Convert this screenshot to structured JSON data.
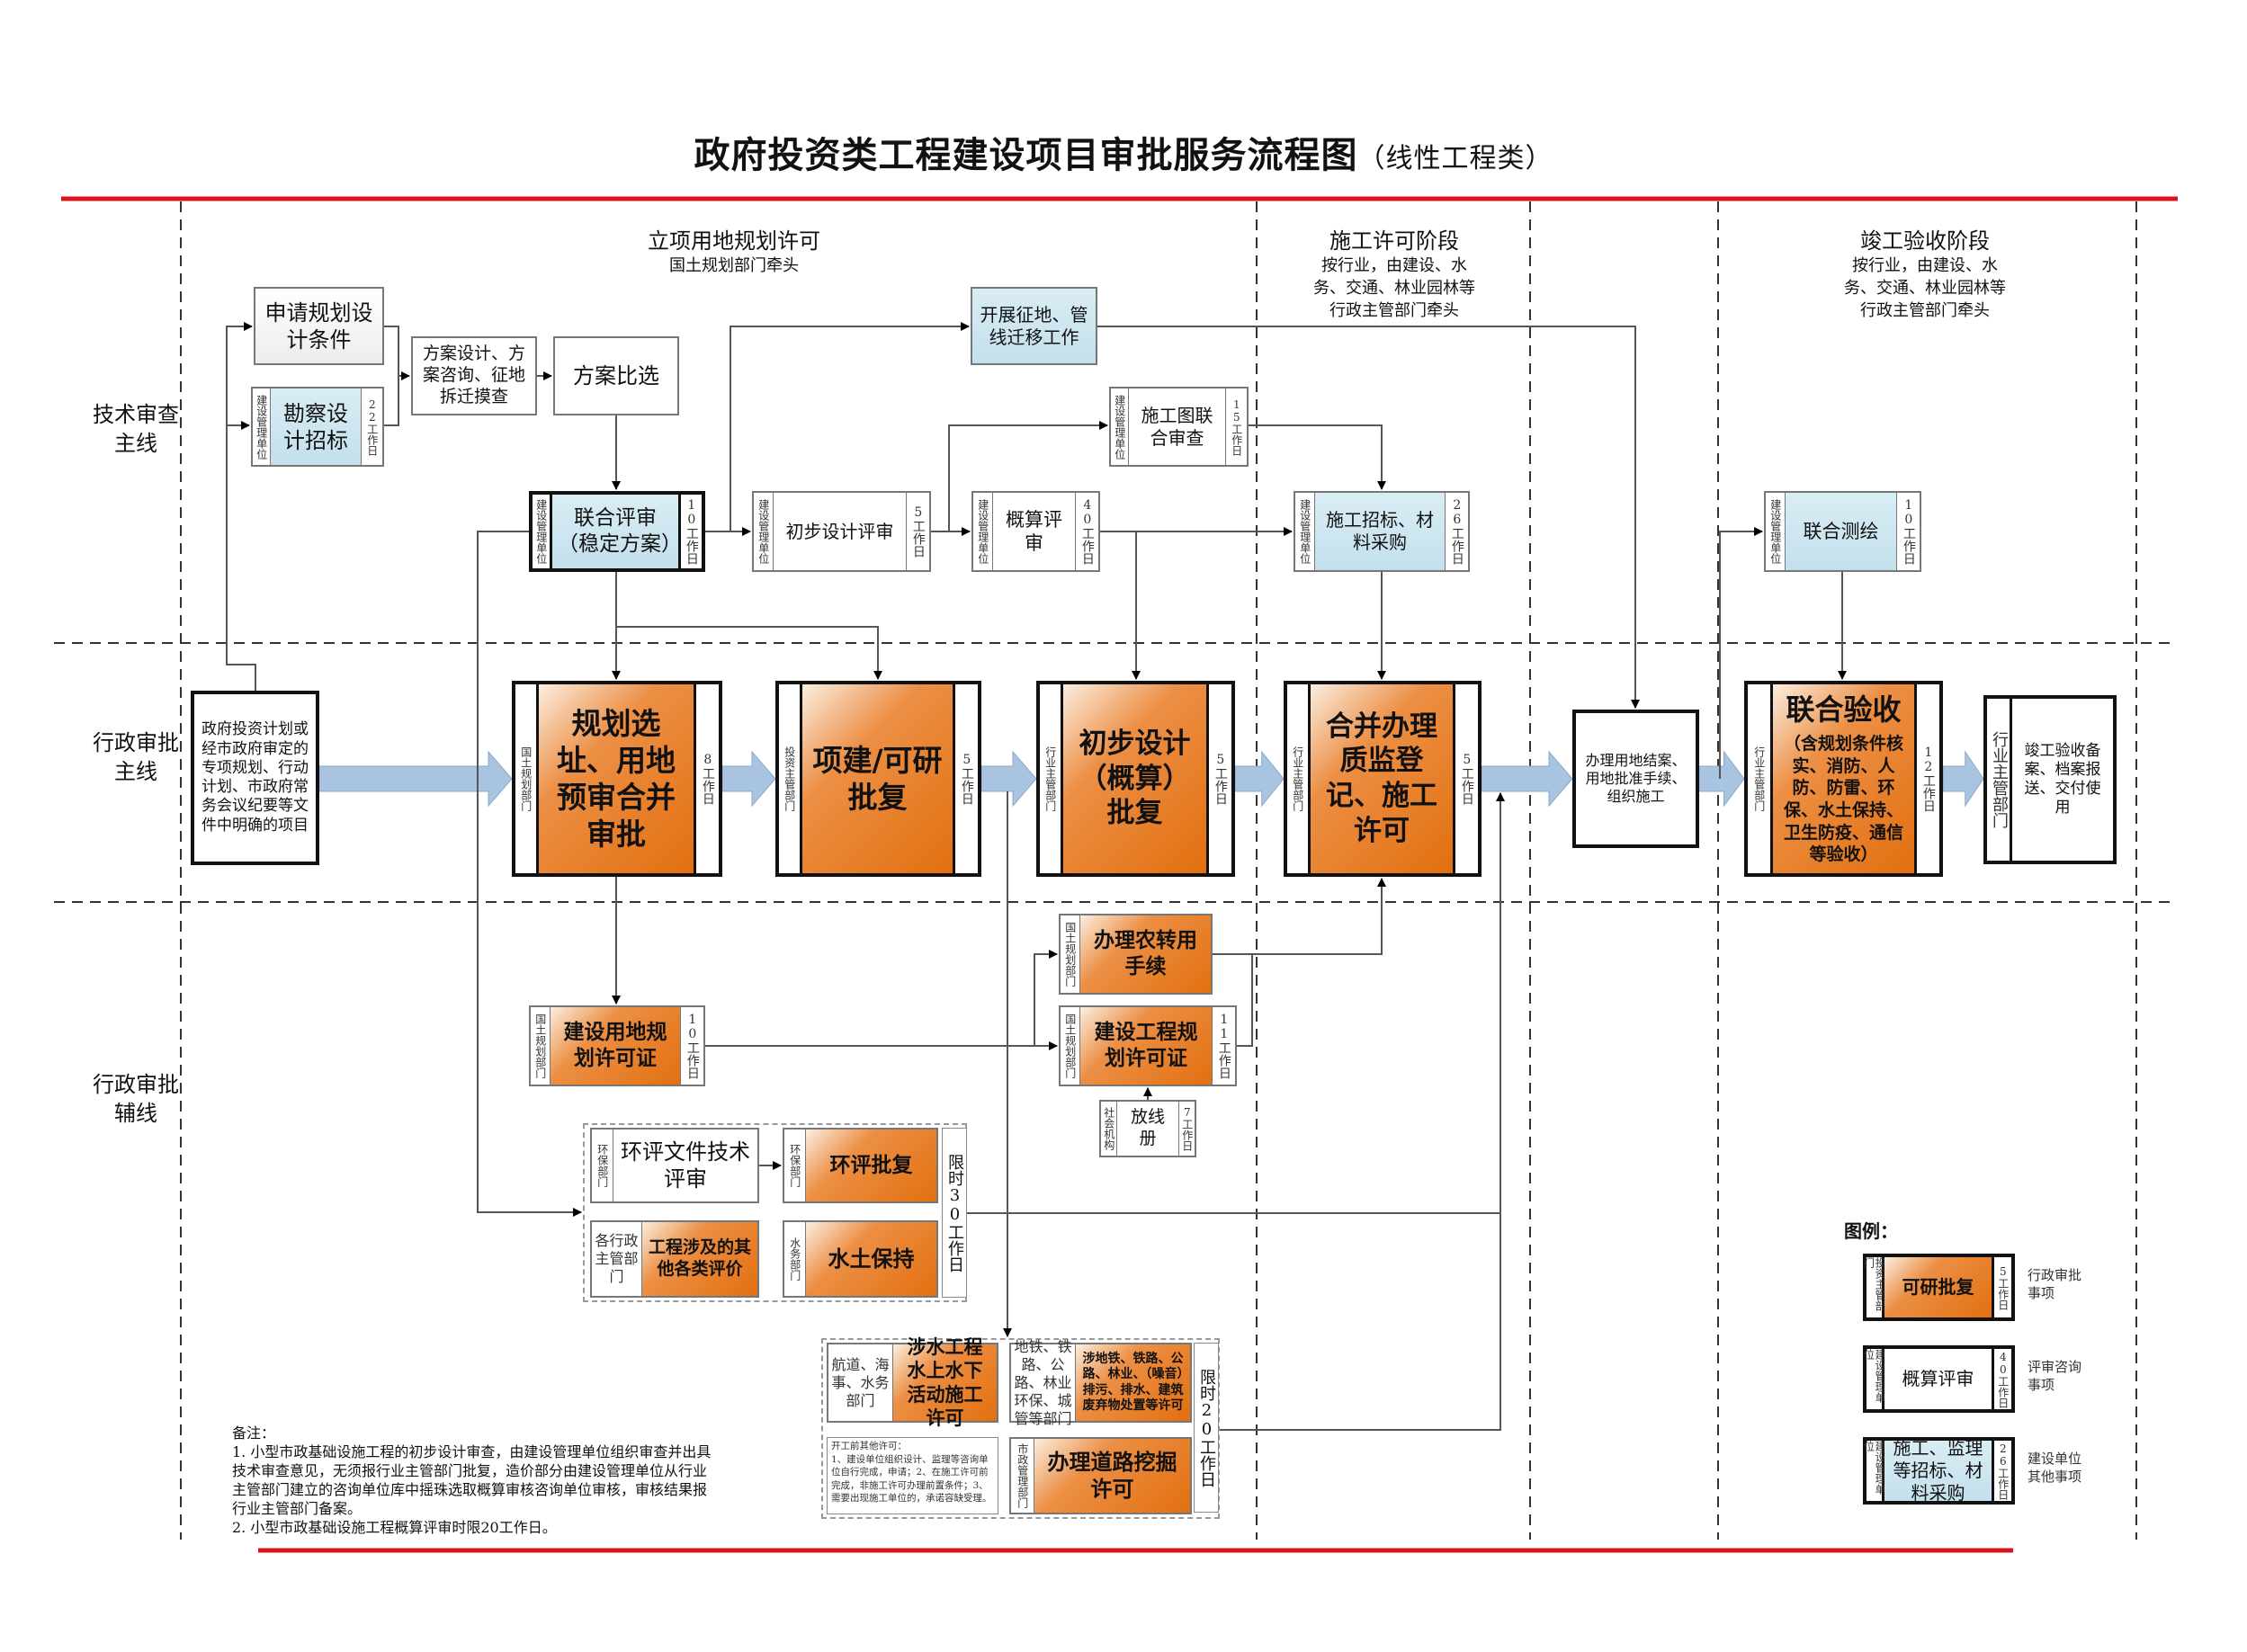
{
  "title": {
    "main": "政府投资类工程建设项目审批服务流程图",
    "suffix": "（线性工程类）"
  },
  "phases": [
    {
      "heading": "立项用地规划许可",
      "lines": [
        "国土规划部门牵头"
      ]
    },
    {
      "heading": "施工许可阶段",
      "lines": [
        "按行业，由建设、水",
        "务、交通、林业园林等",
        "行政主管部门牵头"
      ]
    },
    {
      "heading": "竣工验收阶段",
      "lines": [
        "按行业，由建设、水",
        "务、交通、林业园林等",
        "行政主管部门牵头"
      ]
    }
  ],
  "row_labels": [
    "技术审查\n主线",
    "行政审批\n主线",
    "行政审批\n辅线"
  ],
  "colors": {
    "accent_line": "#d9151b",
    "approval": "#e2700f",
    "consult": "#ffffff",
    "builder": "#c9e4ef",
    "flow_arrow": "#a9c4e0"
  },
  "nodes": {
    "apply_conditions": {
      "text": "申请规划设计条件",
      "kind": "gray"
    },
    "survey_bid": {
      "dept": "建设管理单位",
      "text": "勘察设计招标",
      "days": "22工作日",
      "kind": "blue"
    },
    "scheme_design": {
      "text": "方案设计、方案咨询、征地拆迁摸查",
      "kind": "white"
    },
    "scheme_select": {
      "text": "方案比选",
      "kind": "white"
    },
    "land_pipeline": {
      "text": "开展征地、管线迁移工作",
      "kind": "blue"
    },
    "drawing_review": {
      "dept": "建设管理单位",
      "text": "施工图联合审查",
      "days": "15工作日",
      "kind": "white"
    },
    "joint_review": {
      "dept": "建设管理单位",
      "text": "联合评审（稳定方案）",
      "days": "10工作日",
      "kind": "blue"
    },
    "prelim_review": {
      "dept": "建设管理单位",
      "text": "初步设计评审",
      "days": "5工作日",
      "kind": "white"
    },
    "budget_review": {
      "dept": "建设管理单位",
      "text": "概算评审",
      "days": "40工作日",
      "kind": "white"
    },
    "tender": {
      "dept": "建设管理单位",
      "text": "施工招标、材料采购",
      "days": "26工作日",
      "kind": "blue"
    },
    "joint_survey": {
      "dept": "建设管理单位",
      "text": "联合测绘",
      "days": "10工作日",
      "kind": "blue"
    },
    "start": {
      "text": "政府投资计划或经市政府审定的专项规划、行动计划、市政府常务会议纪要等文件中明确的项目",
      "kind": "white"
    },
    "site_selection": {
      "dept": "国土规划部门",
      "text": "规划选址、用地预审合并审批",
      "days": "8工作日",
      "kind": "orange"
    },
    "feasibility": {
      "dept": "投资主管部门",
      "text": "项建/可研批复",
      "days": "5工作日",
      "kind": "orange"
    },
    "prelim_approval": {
      "dept": "行业主管部门",
      "text": "初步设计（概算）批复",
      "days": "5工作日",
      "kind": "orange"
    },
    "permit_combo": {
      "dept": "行业主管部门",
      "text": "合并办理质监登记、施工许可",
      "days": "5工作日",
      "kind": "orange"
    },
    "land_closure": {
      "text": "办理用地结案、用地批准手续、组织施工",
      "kind": "white"
    },
    "joint_acceptance": {
      "dept": "行业主管部门",
      "text": "联合验收",
      "subtext": "（含规划条件核实、消防、人防、防雷、环保、水土保持、卫生防疫、通信等验收）",
      "days": "12工作日",
      "kind": "orange"
    },
    "completion": {
      "dept": "行业主管部门",
      "text": "竣工验收备案、档案报送、交付使用",
      "kind": "white"
    },
    "farmland": {
      "dept": "国土规划部门",
      "text": "办理农转用手续",
      "kind": "orange"
    },
    "land_use_permit": {
      "dept": "国土规划部门",
      "text": "建设用地规划许可证",
      "days": "10工作日",
      "kind": "orange"
    },
    "eng_permit": {
      "dept": "国土规划部门",
      "text": "建设工程规划许可证",
      "days": "11工作日",
      "kind": "orange"
    },
    "setout": {
      "dept": "社会机构",
      "text": "放线册",
      "days": "7工作日",
      "kind": "white"
    },
    "env_review": {
      "dept": "环保部门",
      "text": "环评文件技术评审",
      "kind": "white"
    },
    "env_approval": {
      "dept": "环保部门",
      "text": "环评批复",
      "kind": "orange"
    },
    "other_eval": {
      "dept": "各行政主管部门",
      "text": "工程涉及的其他各类评价",
      "kind": "orange"
    },
    "soil": {
      "dept": "水务部门",
      "text": "水土保持",
      "kind": "orange"
    },
    "water": {
      "dept": "航道、海事、水务部门",
      "text": "涉水工程水上水下活动施工许可",
      "kind": "orange"
    },
    "railway": {
      "dept": "地铁、铁路、公路、林业环保、城管等部门",
      "text": "涉地铁、铁路、公路、林业、（噪音）排污、排水、建筑废弃物处置等许可",
      "kind": "orange"
    },
    "road": {
      "dept": "市政管理部门",
      "text": "办理道路挖掘许可",
      "kind": "orange"
    }
  },
  "groups": {
    "limit30": "限时30工作日",
    "limit20": "限时20工作日"
  },
  "pre_note": "开工前其他许可：\n1、建设单位组织设计、监理等咨询单位自行完成，申请；2、在施工许可前完成，非施工许可办理前置条件；3、需要出现施工单位的，承诺容缺受理。",
  "notes": {
    "heading": "备注：",
    "items": [
      "1. 小型市政基础设施工程的初步设计审查，由建设管理单位组织审查并出具技术审查意见，无须报行业主管部门批复，造价部分由建设管理单位从行业主管部门建立的咨询单位库中摇珠选取概算审核咨询单位审核，审核结果报行业主管部门备案。",
      "2. 小型市政基础设施工程概算评审时限20工作日。"
    ]
  },
  "legend": {
    "title": "图例：",
    "items": [
      {
        "dept": "投资主管部门",
        "text": "可研批复",
        "days": "5工作日",
        "kind": "orange",
        "label": "行政审批事项"
      },
      {
        "dept": "建设管理单位",
        "text": "概算评审",
        "days": "40工作日",
        "kind": "white",
        "label": "评审咨询事项"
      },
      {
        "dept": "建设管理单位",
        "text": "施工、监理等招标、材料采购",
        "days": "26工作日",
        "kind": "blue",
        "label": "建设单位其他事项"
      }
    ]
  }
}
